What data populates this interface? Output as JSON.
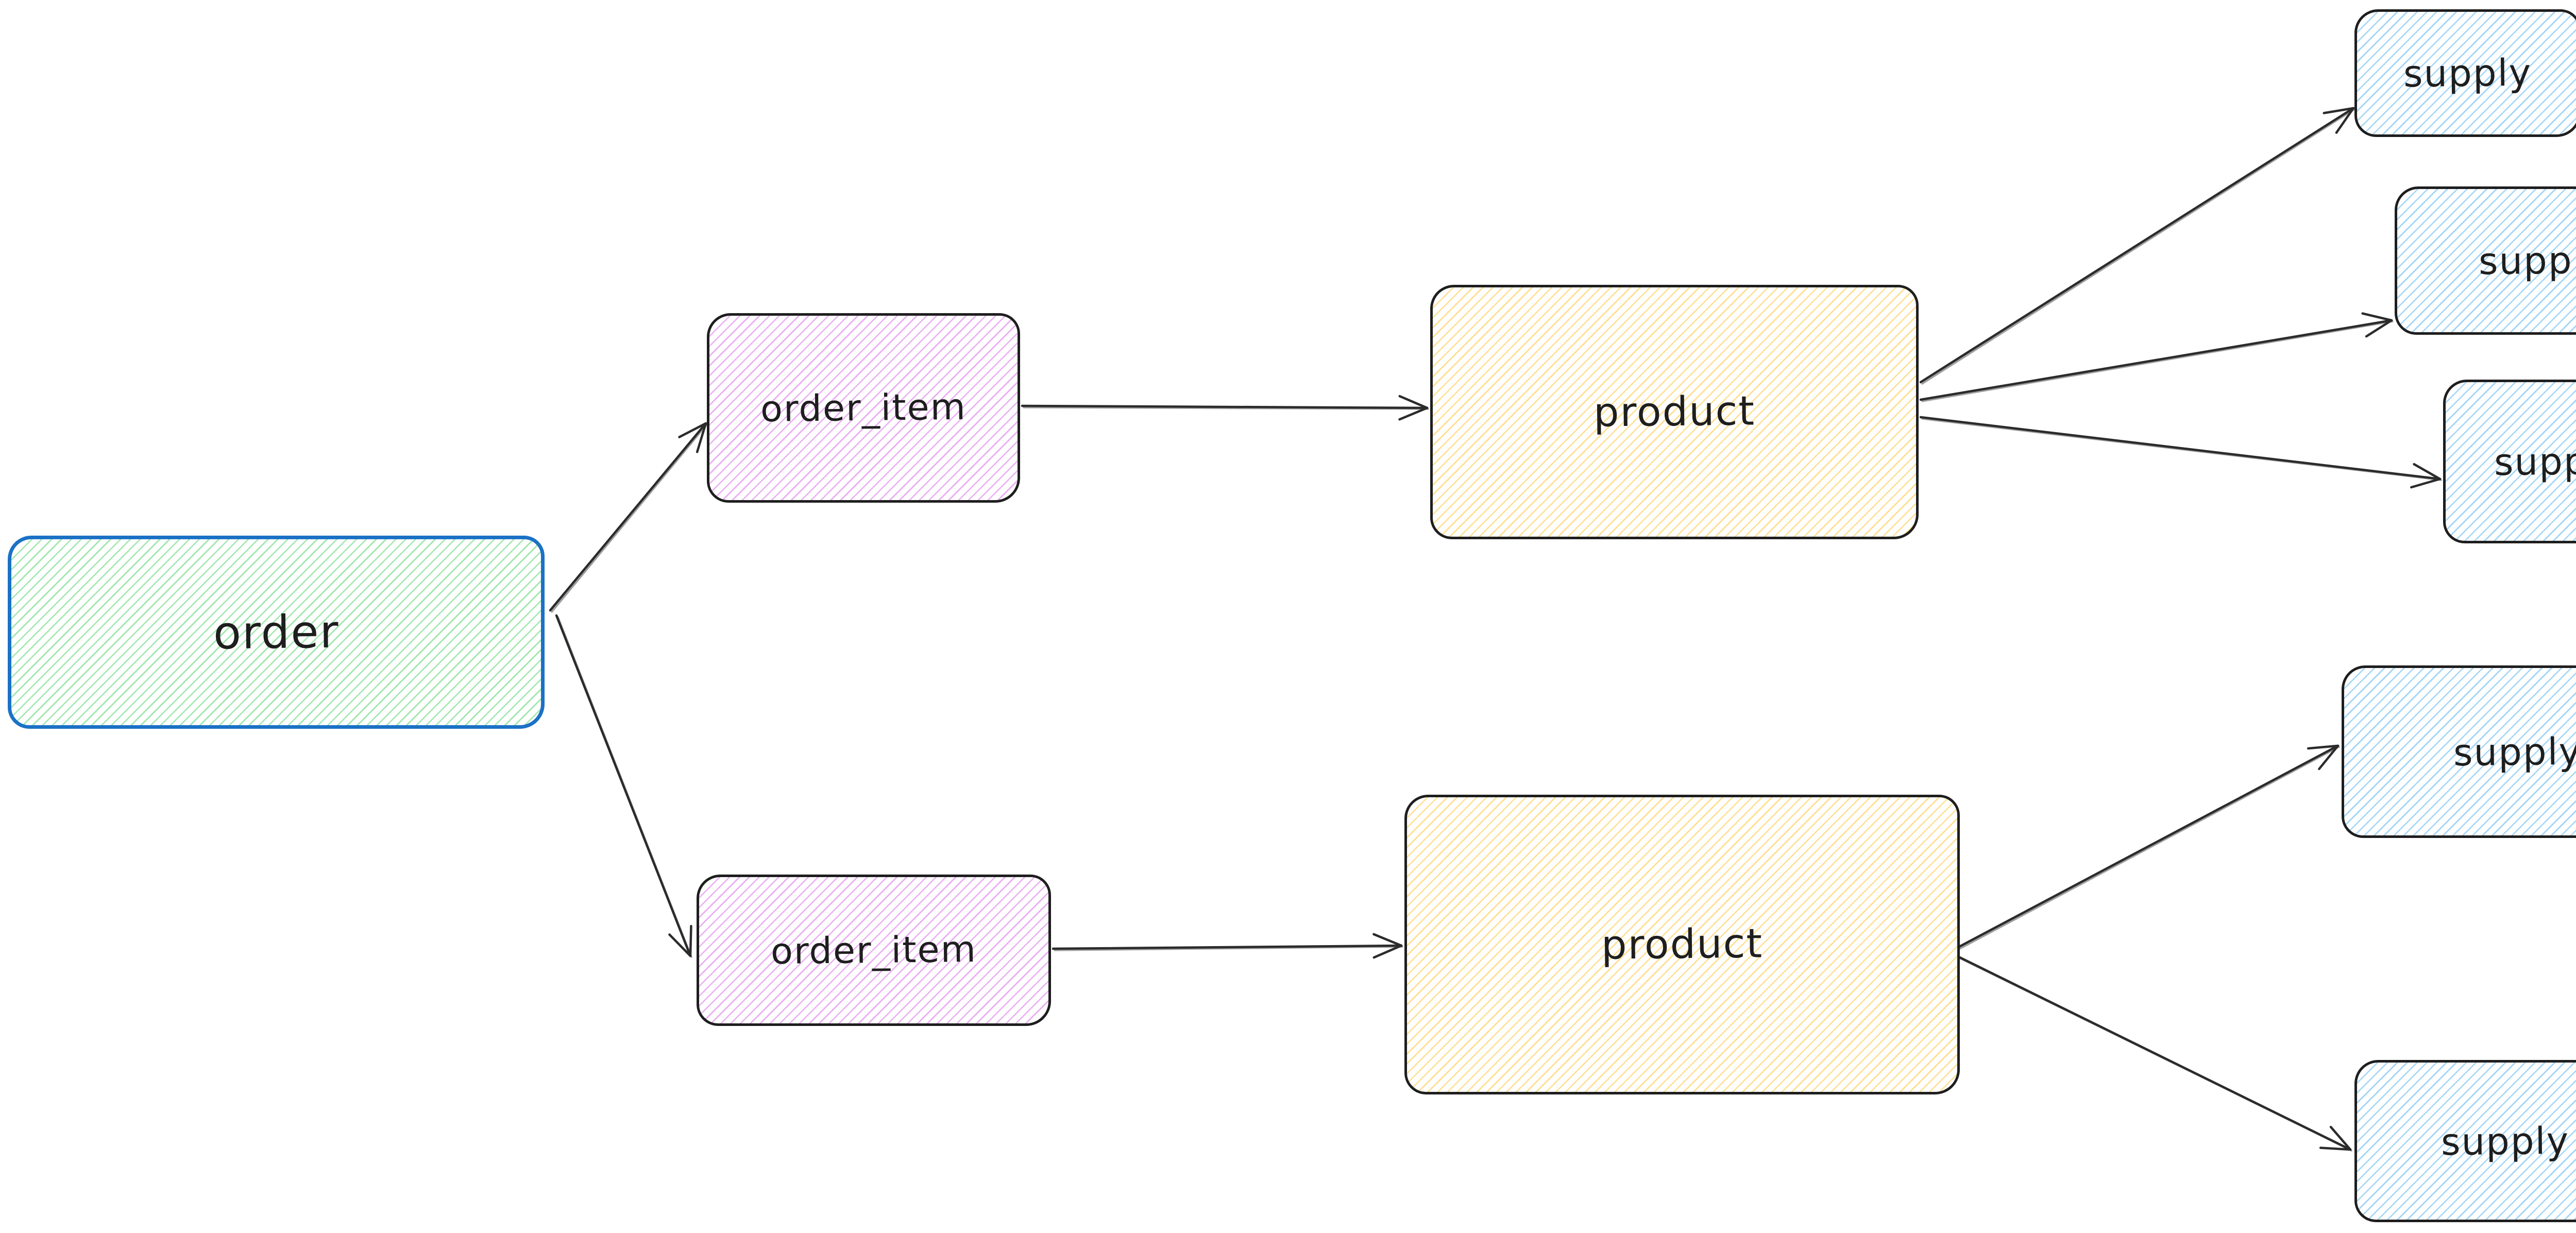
{
  "diagram": {
    "background": "#ffffff",
    "text_color": "#1e1e1e",
    "arrow_color": "#2b2b2b",
    "nodes": [
      {
        "id": "order",
        "label": "order",
        "border": "#1b71c6",
        "hatch": "#9fe7ad"
      },
      {
        "id": "order_item_1",
        "label": "order_item",
        "border": "#1e1e1e",
        "hatch": "#eaaef3"
      },
      {
        "id": "order_item_2",
        "label": "order_item",
        "border": "#1e1e1e",
        "hatch": "#eaaef3"
      },
      {
        "id": "product_1",
        "label": "product",
        "border": "#1e1e1e",
        "hatch": "#ffdf8f"
      },
      {
        "id": "product_2",
        "label": "product",
        "border": "#1e1e1e",
        "hatch": "#ffdf8f"
      },
      {
        "id": "supply_1",
        "label": "supply",
        "border": "#1e1e1e",
        "hatch": "#a2d5f7"
      },
      {
        "id": "supply_2",
        "label": "supply",
        "border": "#1e1e1e",
        "hatch": "#a2d5f7"
      },
      {
        "id": "supply_3",
        "label": "supply",
        "border": "#1e1e1e",
        "hatch": "#a2d5f7"
      },
      {
        "id": "supply_4",
        "label": "supply",
        "border": "#1e1e1e",
        "hatch": "#a2d5f7"
      },
      {
        "id": "supply_5",
        "label": "supply",
        "border": "#1e1e1e",
        "hatch": "#a2d5f7"
      }
    ],
    "edges": [
      {
        "from": "order",
        "to": "order_item_1"
      },
      {
        "from": "order",
        "to": "order_item_2"
      },
      {
        "from": "order_item_1",
        "to": "product_1"
      },
      {
        "from": "order_item_2",
        "to": "product_2"
      },
      {
        "from": "product_1",
        "to": "supply_1"
      },
      {
        "from": "product_1",
        "to": "supply_2"
      },
      {
        "from": "product_1",
        "to": "supply_3"
      },
      {
        "from": "product_2",
        "to": "supply_4"
      },
      {
        "from": "product_2",
        "to": "supply_5"
      }
    ]
  }
}
